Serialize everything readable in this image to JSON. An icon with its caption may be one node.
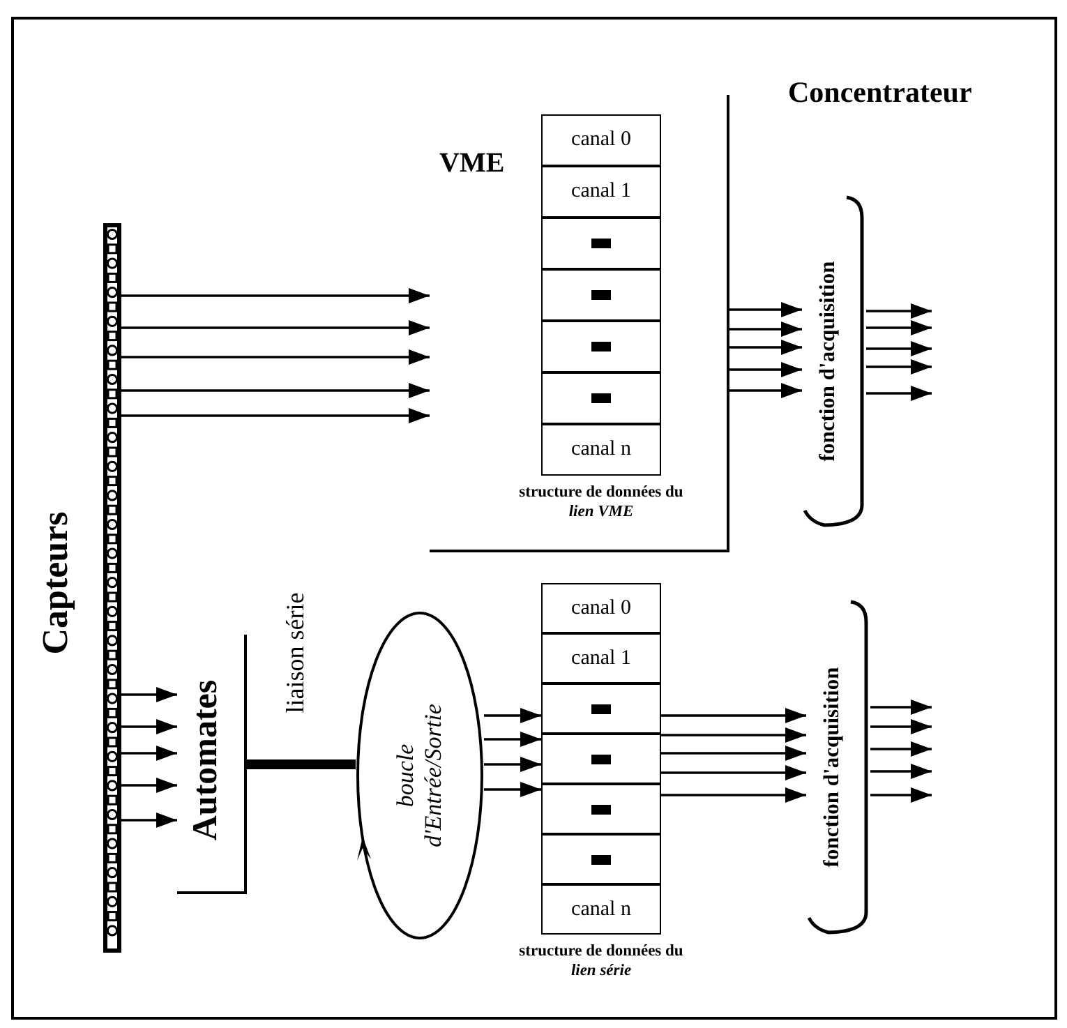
{
  "diagram": {
    "nodes": [
      {
        "text": [
          "Capteurs"
        ]
      },
      {
        "text": [
          "VME"
        ]
      },
      {
        "text": [],
        "shape": "box",
        "in": 1,
        "beside": [
          "structure de données du *lien VME*"
        ]
      },
      {
        "text": [
          "canal 0"
        ],
        "in": 2
      },
      {
        "text": [
          "canal 1"
        ],
        "in": 2
      },
      {
        "text": [],
        "shape": "box",
        "in": 2
      },
      {
        "text": [],
        "shape": "box",
        "in": 2
      },
      {
        "text": [],
        "shape": "box",
        "in": 2
      },
      {
        "text": [],
        "shape": "box",
        "in": 2
      },
      {
        "text": [
          "canal n"
        ],
        "in": 2
      },
      {
        "text": [
          "fonction d'acquisition"
        ]
      },
      {
        "text": [
          "Automates"
        ]
      },
      {
        "text": [
          "boucle d'Entrée/Sortie"
        ]
      },
      {
        "text": [],
        "shape": "box",
        "beside": [
          "structure de données du *lien série*"
        ]
      },
      {
        "text": [
          "canal 0"
        ],
        "in": 13
      },
      {
        "text": [
          "canal 1"
        ],
        "in": 13
      },
      {
        "text": [],
        "shape": "box",
        "in": 13
      },
      {
        "text": [],
        "shape": "box",
        "in": 13
      },
      {
        "text": [],
        "shape": "box",
        "in": 13
      },
      {
        "text": [],
        "shape": "box",
        "in": 13
      },
      {
        "text": [
          "canal n"
        ],
        "in": 13
      },
      {
        "text": [
          "fonction d'acquisition"
        ]
      }
    ],
    "edges": [
      {
        "from": 0,
        "to": 1,
        "arrow": "to"
      },
      {
        "from": 0,
        "to": 1,
        "arrow": "to"
      },
      {
        "from": 0,
        "to": 1,
        "arrow": "to"
      },
      {
        "from": 0,
        "to": 1,
        "arrow": "to"
      },
      {
        "from": 0,
        "to": 1,
        "arrow": "to"
      },
      {
        "from": 1,
        "to": 10,
        "arrow": "to"
      },
      {
        "from": 1,
        "to": 10,
        "arrow": "to"
      },
      {
        "from": 1,
        "to": 10,
        "arrow": "to"
      },
      {
        "from": 1,
        "to": 10,
        "arrow": "to"
      },
      {
        "from": 1,
        "to": 10,
        "arrow": "to"
      },
      {
        "from": 10,
        "to": null,
        "arrow": "to"
      },
      {
        "from": 10,
        "to": null,
        "arrow": "to"
      },
      {
        "from": 10,
        "to": null,
        "arrow": "to"
      },
      {
        "from": 10,
        "to": null,
        "arrow": "to"
      },
      {
        "from": 10,
        "to": null,
        "arrow": "to"
      },
      {
        "from": 0,
        "to": 11,
        "arrow": "to"
      },
      {
        "from": 0,
        "to": 11,
        "arrow": "to"
      },
      {
        "from": 0,
        "to": 11,
        "arrow": "to"
      },
      {
        "from": 0,
        "to": 11,
        "arrow": "to"
      },
      {
        "from": 0,
        "to": 11,
        "arrow": "to"
      },
      {
        "from": 11,
        "to": 12,
        "arrow": "none",
        "label": "liaison série",
        "style": "thick"
      },
      {
        "from": 12,
        "to": 13,
        "arrow": "to"
      },
      {
        "from": 12,
        "to": 13,
        "arrow": "to"
      },
      {
        "from": 12,
        "to": 13,
        "arrow": "to"
      },
      {
        "from": 12,
        "to": 13,
        "arrow": "to"
      },
      {
        "from": 13,
        "to": 21,
        "arrow": "to"
      },
      {
        "from": 13,
        "to": 21,
        "arrow": "to"
      },
      {
        "from": 13,
        "to": 21,
        "arrow": "to"
      },
      {
        "from": 13,
        "to": 21,
        "arrow": "to"
      },
      {
        "from": 13,
        "to": 21,
        "arrow": "to"
      },
      {
        "from": 21,
        "to": null,
        "arrow": "to"
      },
      {
        "from": 21,
        "to": null,
        "arrow": "to"
      },
      {
        "from": 21,
        "to": null,
        "arrow": "to"
      },
      {
        "from": 21,
        "to": null,
        "arrow": "to"
      },
      {
        "from": 21,
        "to": null,
        "arrow": "to"
      }
    ],
    "labels": [
      "Concentrateur"
    ]
  }
}
